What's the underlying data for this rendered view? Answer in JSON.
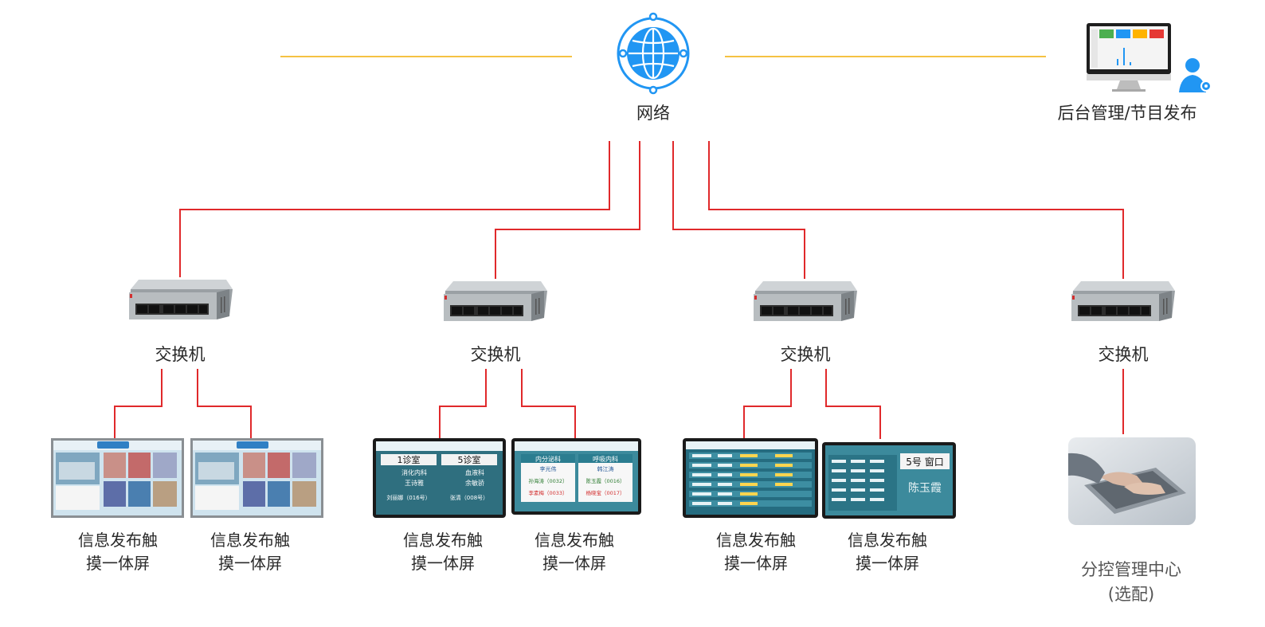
{
  "network": {
    "label": "网络"
  },
  "backend": {
    "label": "后台管理/节目发布"
  },
  "switches": [
    {
      "label": "交换机"
    },
    {
      "label": "交换机"
    },
    {
      "label": "交换机"
    },
    {
      "label": "交换机"
    }
  ],
  "terminals": [
    {
      "line1": "信息发布触",
      "line2": "摸一体屏"
    },
    {
      "line1": "信息发布触",
      "line2": "摸一体屏"
    },
    {
      "line1": "信息发布触",
      "line2": "摸一体屏"
    },
    {
      "line1": "信息发布触",
      "line2": "摸一体屏"
    },
    {
      "line1": "信息发布触",
      "line2": "摸一体屏"
    },
    {
      "line1": "信息发布触",
      "line2": "摸一体屏"
    }
  ],
  "sub_center": {
    "line1": "分控管理中心",
    "line2": "(选配)"
  },
  "screens": {
    "clinic_a": {
      "room1": "1诊室",
      "dept1": "消化内科",
      "doc1": "王诗雅",
      "wait1": "刘丽娜（016号）",
      "room2": "5诊室",
      "dept2": "血液科",
      "doc2": "余敏骄",
      "wait2": "张清（008号）"
    },
    "clinic_b": {
      "dept1": "内分泌科",
      "doc1": "李光伟",
      "call1": "孙海涛（0032）",
      "next1": "李素梅（0033）",
      "dept2": "呼吸内科",
      "doc2": "韩江涛",
      "call2": "陈玉霞（0016）",
      "next2": "杨晓宝（0017）"
    },
    "window": {
      "title": "5号 窗口",
      "name": "陈玉霞"
    }
  },
  "colors": {
    "accent_line": "#f5c242",
    "link_line": "#e0292b",
    "globe": "#2196f3"
  }
}
